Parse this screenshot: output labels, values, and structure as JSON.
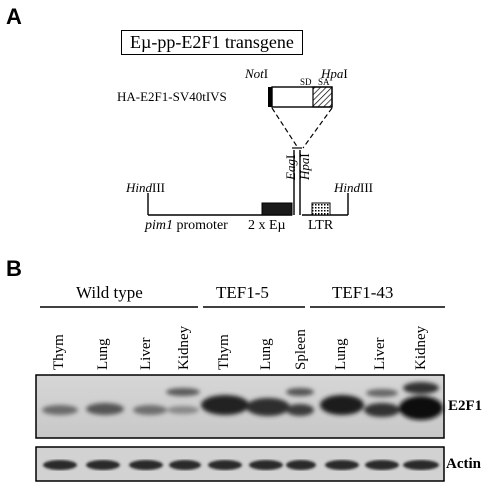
{
  "panel_a": {
    "letter": "A",
    "title": "Eµ-pp-E2F1 transgene",
    "construct": {
      "name": "HA-E2F1-SV40tIVS",
      "site_left_italic": "Not",
      "site_left_roman": "I",
      "site_right_italic": "Hpa",
      "site_right_roman": "I",
      "sd": "SD",
      "sa": "SA"
    },
    "insertion_sites": {
      "eag_italic": "Eag",
      "eag_roman": "I",
      "hpa_italic": "Hpa",
      "hpa_roman": "I"
    },
    "vector": {
      "hind_left_italic": "Hind",
      "hind_left_roman": "III",
      "hind_right_italic": "Hind",
      "hind_right_roman": "III",
      "promoter_italic": "pim1",
      "promoter_roman": " promoter",
      "enhancer": "2 x Eµ",
      "ltr": "LTR"
    }
  },
  "panel_b": {
    "letter": "B",
    "groups": [
      {
        "name": "Wild type",
        "lanes": [
          "Thym",
          "Lung",
          "Liver",
          "Kidney"
        ]
      },
      {
        "name": "TEF1-5",
        "lanes": [
          "Thym",
          "Lung",
          "Spleen"
        ]
      },
      {
        "name": "TEF1-43",
        "lanes": [
          "Lung",
          "Liver",
          "Kidney"
        ]
      }
    ],
    "bands": [
      "E2F1",
      "Actin"
    ]
  }
}
